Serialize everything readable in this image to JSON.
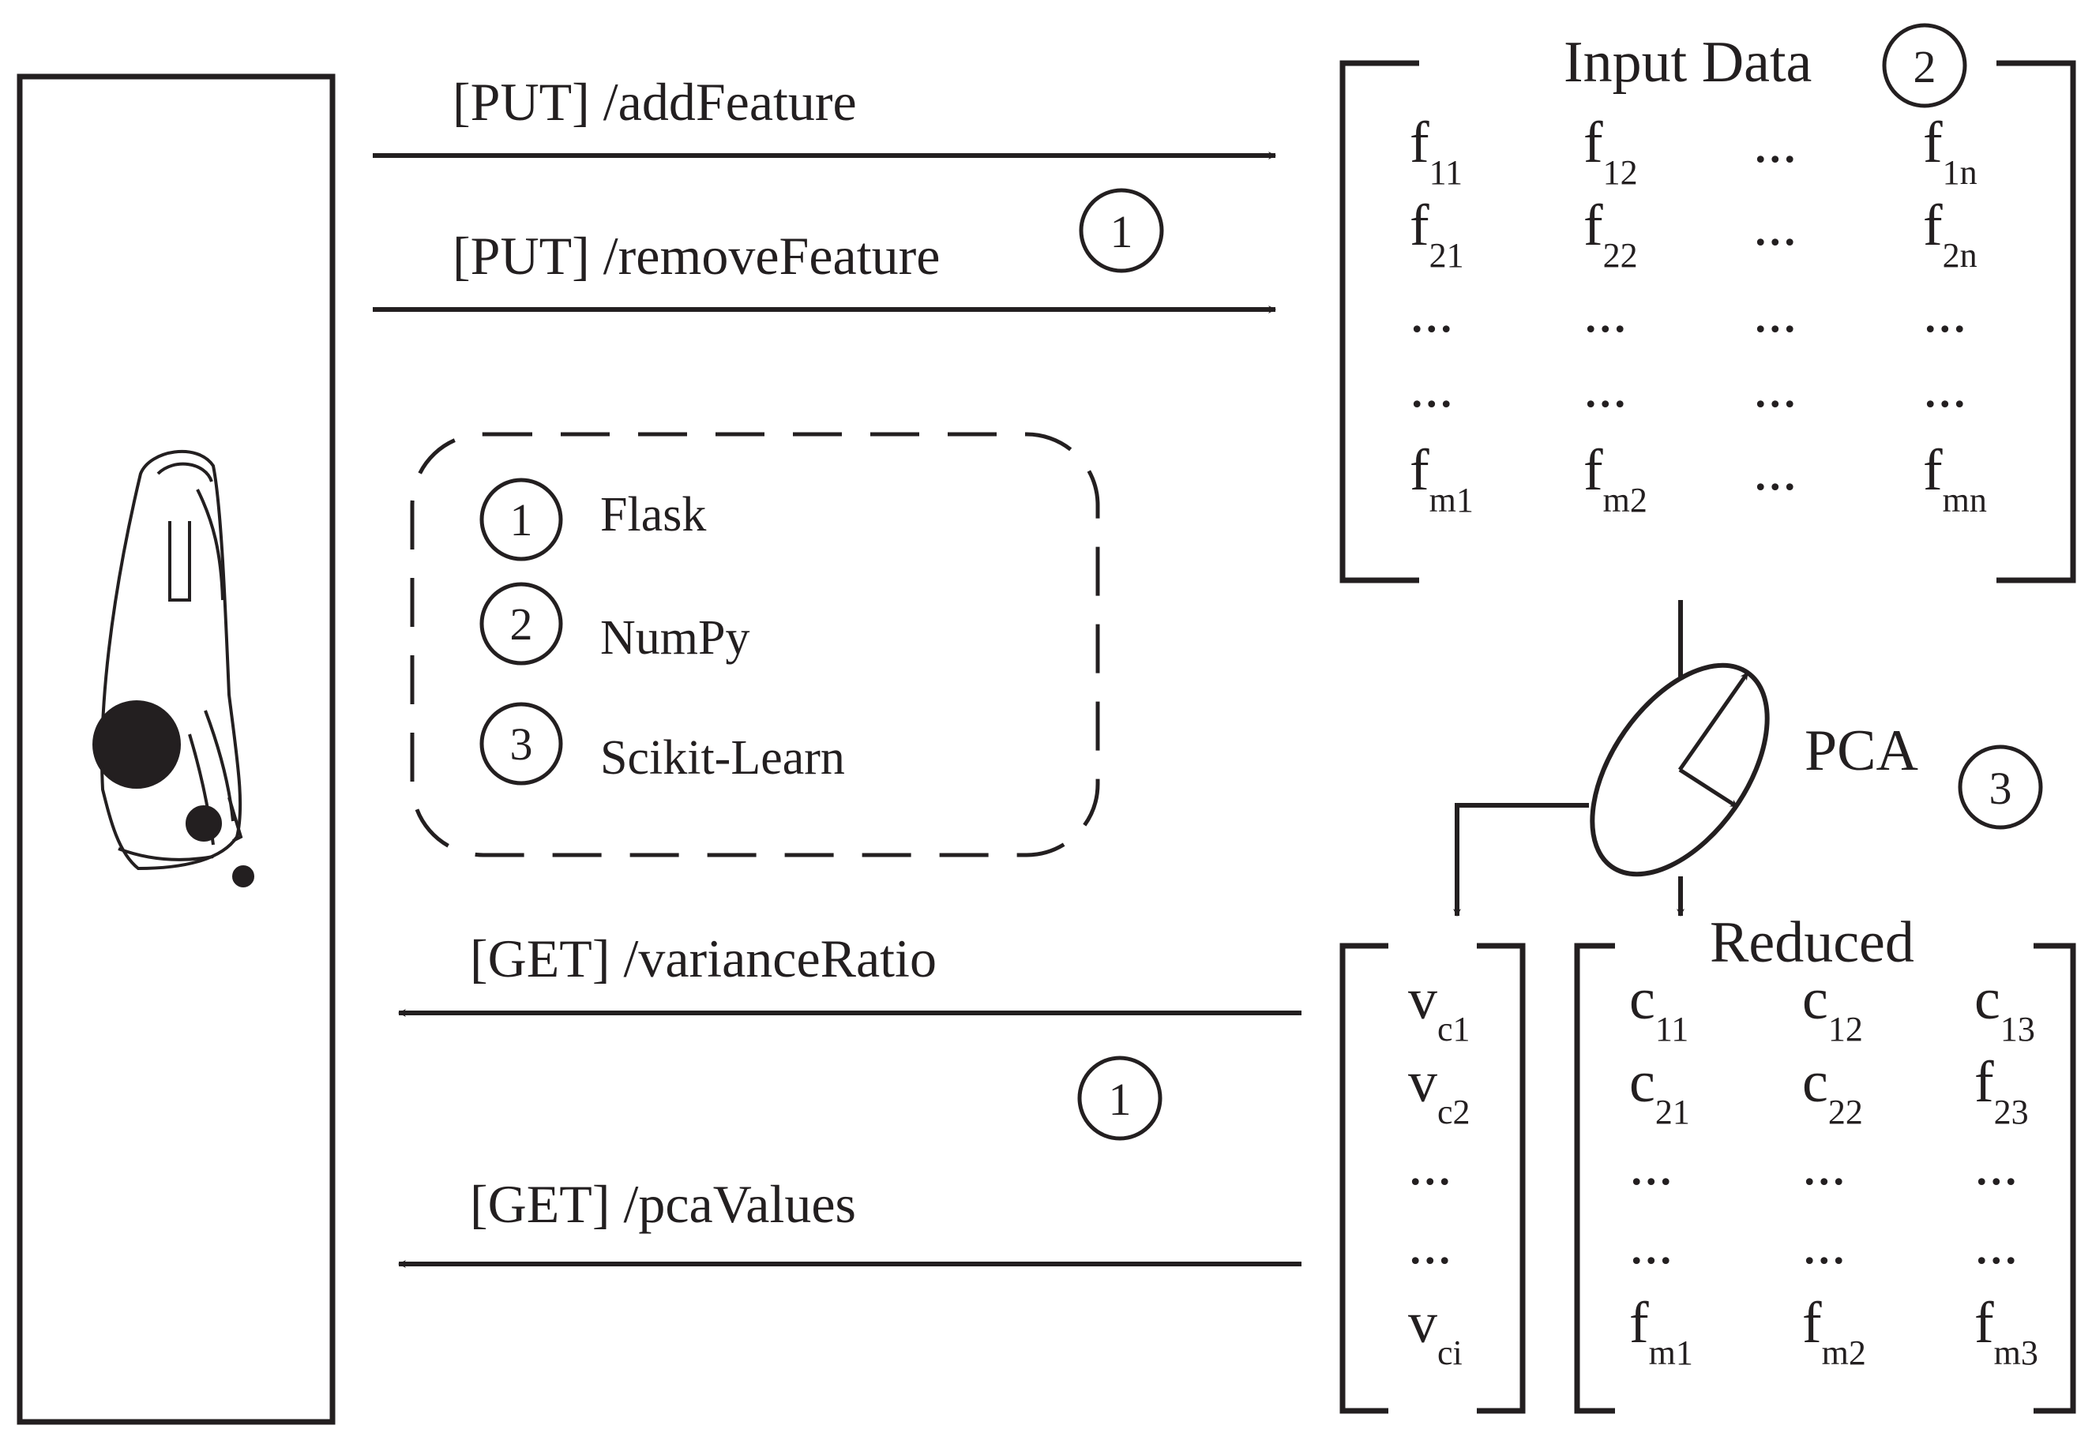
{
  "colors": {
    "ink": "#231f20",
    "background": "#ffffff"
  },
  "client_icon": "person-at-computer-icon",
  "badges": {
    "flask": "1",
    "numpy": "2",
    "sklearn": "3"
  },
  "legend": [
    {
      "number": "1",
      "label": "Flask"
    },
    {
      "number": "2",
      "label": "NumPy"
    },
    {
      "number": "3",
      "label": "Scikit-Learn"
    }
  ],
  "endpoints": {
    "add_feature": "[PUT] /addFeature",
    "remove_feature": "[PUT] /removeFeature",
    "variance_ratio": "[GET] /varianceRatio",
    "pca_values": "[GET] /pcaValues"
  },
  "input_data": {
    "title": "Input Data",
    "rows": [
      [
        [
          "f",
          "11"
        ],
        [
          "f",
          "12"
        ],
        [
          "...",
          ""
        ],
        [
          "f",
          "1n"
        ]
      ],
      [
        [
          "f",
          "21"
        ],
        [
          "f",
          "22"
        ],
        [
          "...",
          ""
        ],
        [
          "f",
          "2n"
        ]
      ],
      [
        [
          "...",
          ""
        ],
        [
          "...",
          ""
        ],
        [
          "...",
          ""
        ],
        [
          "...",
          ""
        ]
      ],
      [
        [
          "...",
          ""
        ],
        [
          "...",
          ""
        ],
        [
          "...",
          ""
        ],
        [
          "...",
          ""
        ]
      ],
      [
        [
          "f",
          "m1"
        ],
        [
          "f",
          "m2"
        ],
        [
          "...",
          ""
        ],
        [
          "f",
          "mn"
        ]
      ]
    ]
  },
  "pca": {
    "label": "PCA"
  },
  "variance_vector": {
    "rows": [
      [
        "v",
        "c1"
      ],
      [
        "v",
        "c2"
      ],
      [
        "...",
        ""
      ],
      [
        "...",
        ""
      ],
      [
        "v",
        "ci"
      ]
    ]
  },
  "reduced": {
    "title": "Reduced",
    "rows": [
      [
        [
          "c",
          "11"
        ],
        [
          "c",
          "12"
        ],
        [
          "c",
          "13"
        ]
      ],
      [
        [
          "c",
          "21"
        ],
        [
          "c",
          "22"
        ],
        [
          "f",
          "23"
        ]
      ],
      [
        [
          "...",
          ""
        ],
        [
          "...",
          ""
        ],
        [
          "...",
          ""
        ]
      ],
      [
        [
          "...",
          ""
        ],
        [
          "...",
          ""
        ],
        [
          "...",
          ""
        ]
      ],
      [
        [
          "f",
          "m1"
        ],
        [
          "f",
          "m2"
        ],
        [
          "f",
          "m3"
        ]
      ]
    ]
  }
}
